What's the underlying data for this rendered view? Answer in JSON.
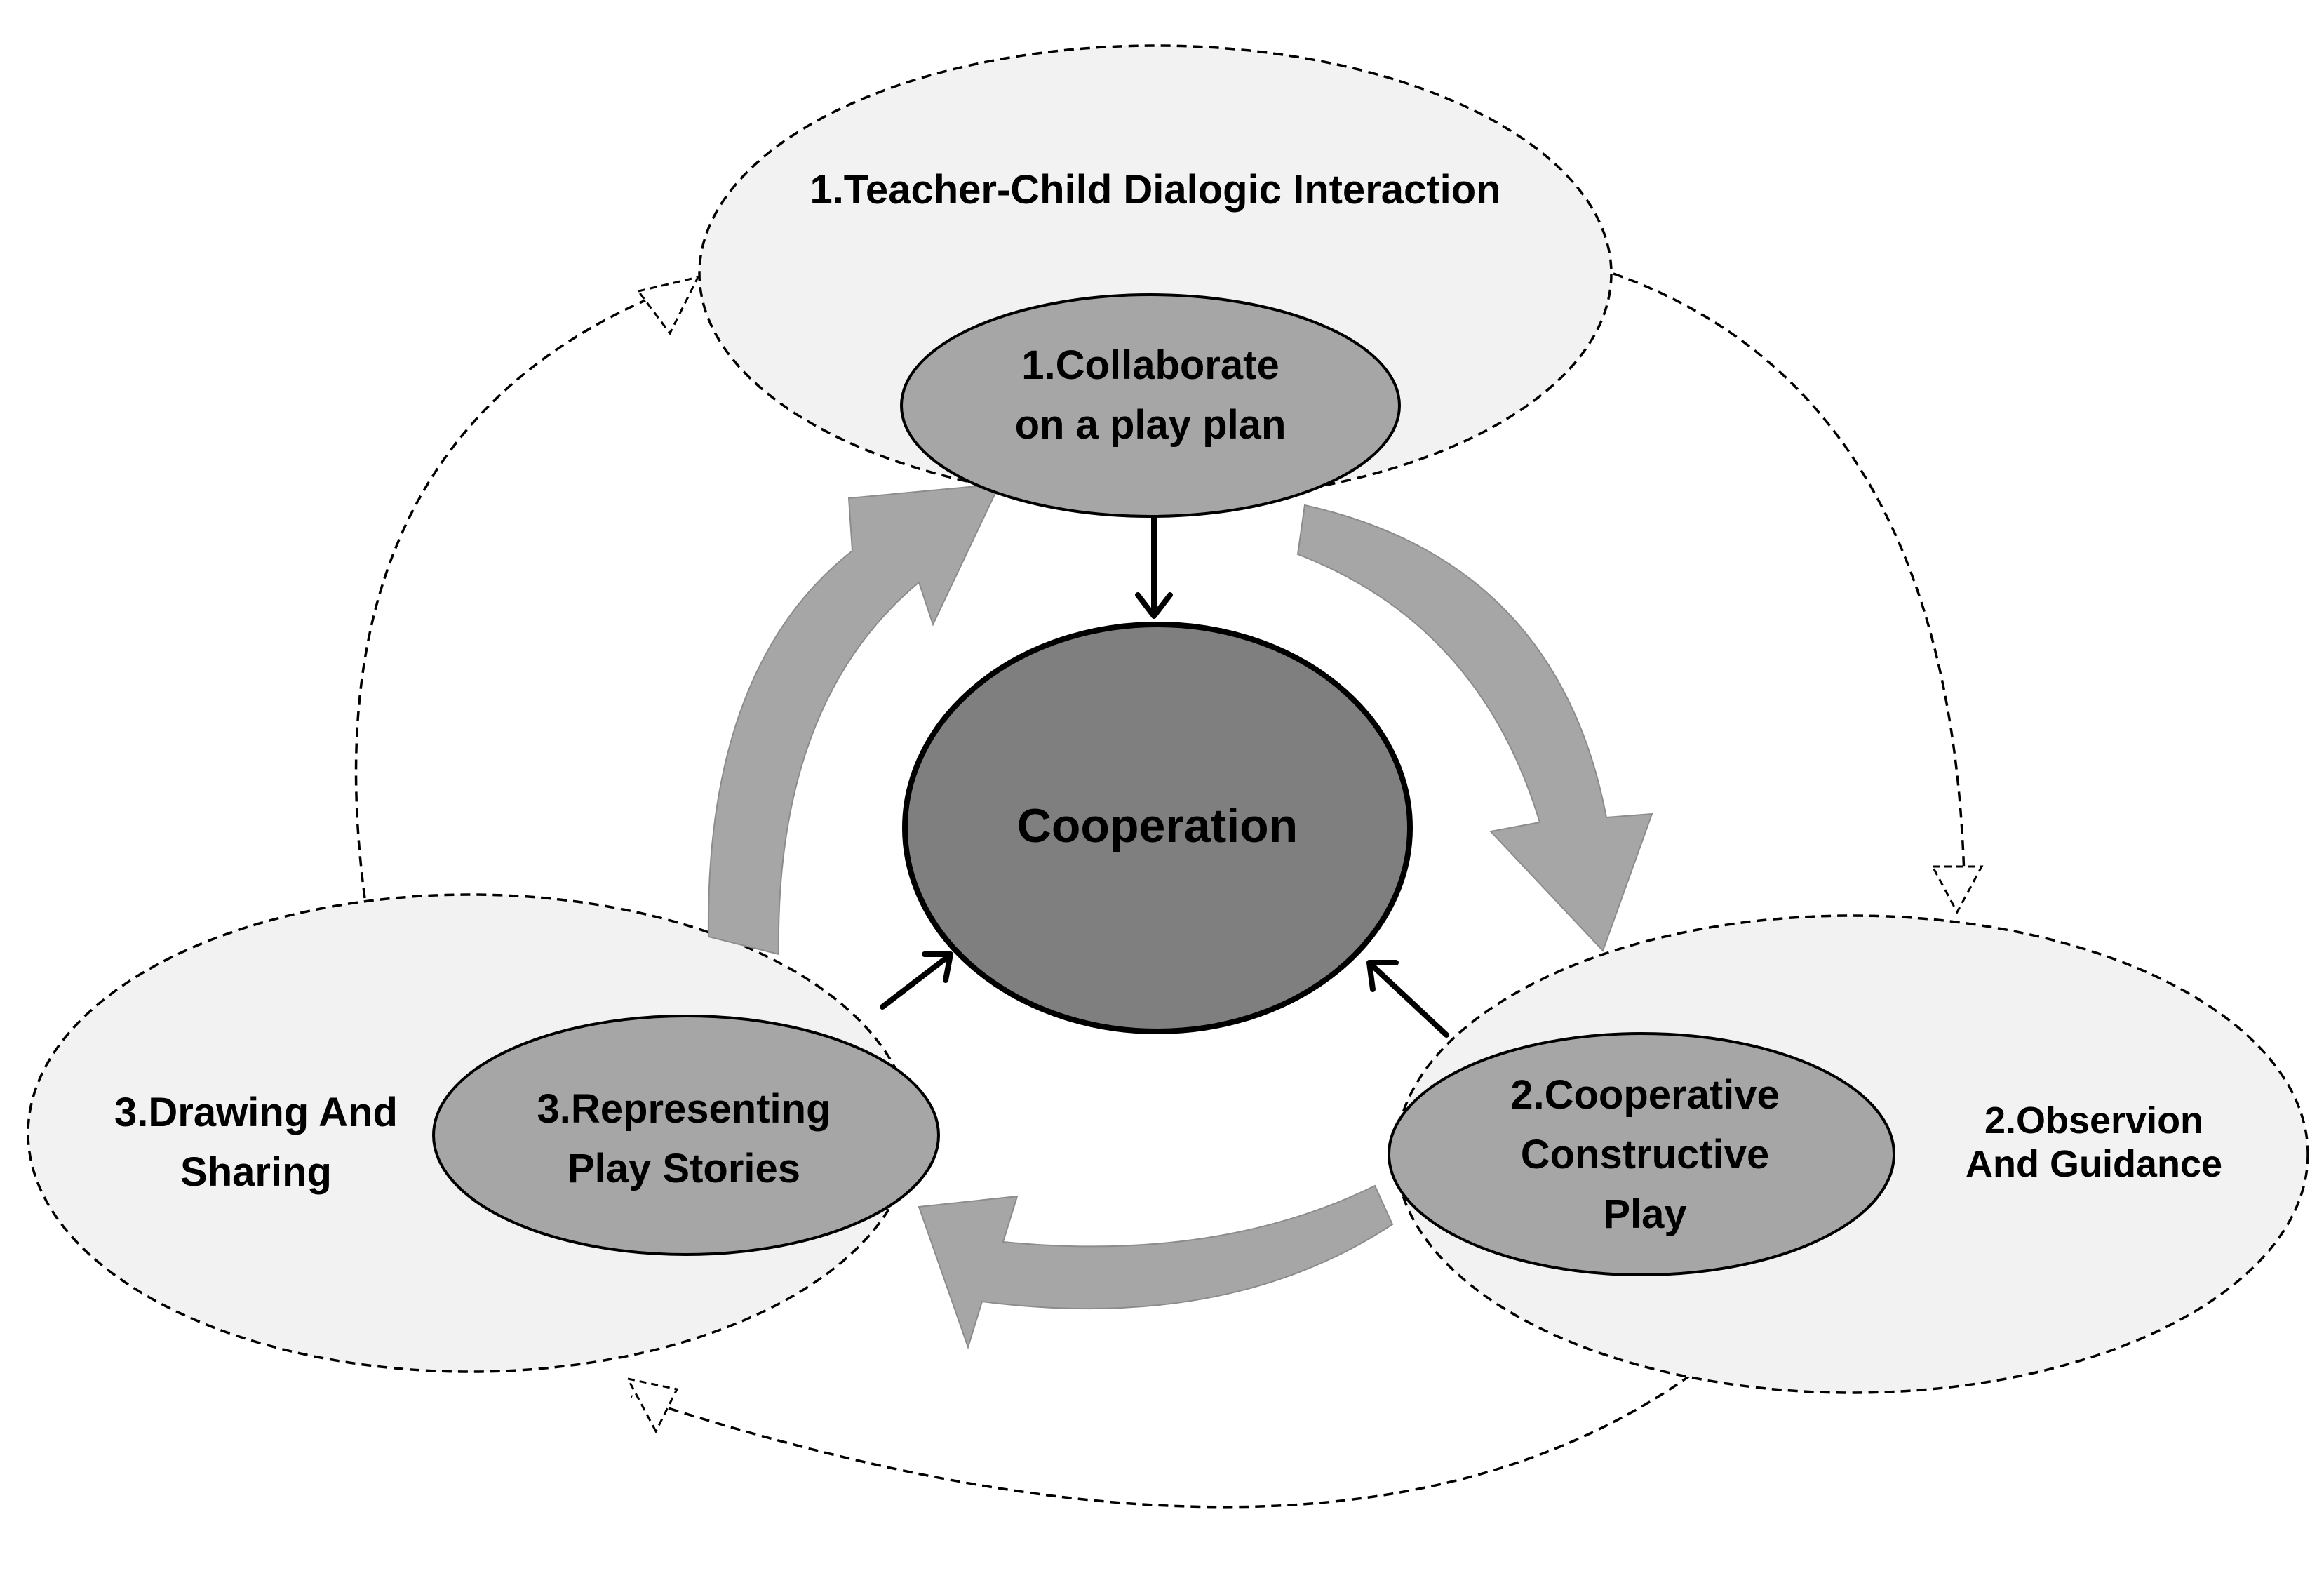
{
  "diagram": {
    "outer_cycle": {
      "teacher_child": "1.Teacher-Child Dialogic Interaction",
      "observation_line1": "2.Observion",
      "observation_line2": "And Guidance",
      "drawing_line1": "3.Drawing And",
      "drawing_line2": "Sharing"
    },
    "inner_cycle": {
      "collaborate_line1": "1.Collaborate",
      "collaborate_line2": "on a play plan",
      "cooperative_line1": "2.Cooperative",
      "cooperative_line2": "Constructive",
      "cooperative_line3": "Play",
      "representing_line1": "3.Representing",
      "representing_line2": "Play Stories"
    },
    "center": {
      "label": "Cooperation"
    },
    "colors": {
      "outer_fill": "#f2f2f2",
      "inner_fill": "#a6a6a6",
      "center_fill": "#7f7f7f",
      "arrow_fill": "#a6a6a6"
    }
  }
}
